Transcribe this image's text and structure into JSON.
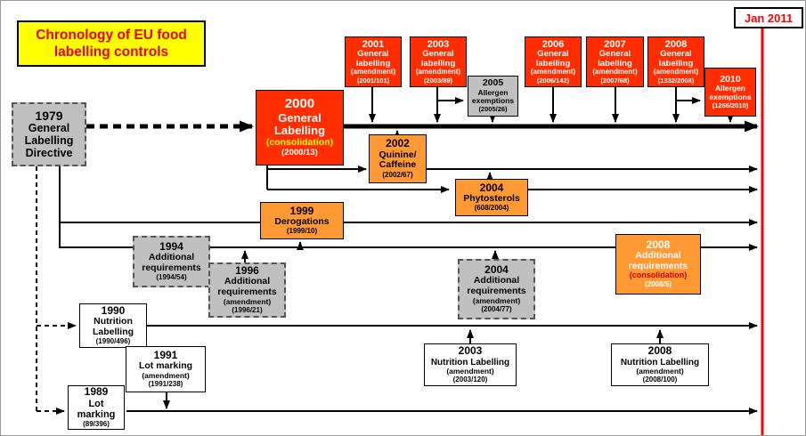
{
  "title": "Chronology of EU food labelling controls",
  "end_marker": "Jan 2011",
  "colors": {
    "red_box": "#ff2d00",
    "orange_box": "#ff9933",
    "gray_box": "#c0c0c0",
    "title_bg": "#ffff00",
    "title_text": "#e60000",
    "timeline_end": "#ff0000",
    "accent_yellow": "#ffff00",
    "accent_red": "#cc0000"
  },
  "nodes": {
    "d1979": {
      "year": "1979",
      "label": "General Labelling Directive"
    },
    "n2000": {
      "year": "2000",
      "label": "General Labelling",
      "sub": "(consolidation)",
      "ref": "(2000/13)"
    },
    "n2001": {
      "year": "2001",
      "label": "General labelling",
      "sub": "(amendment)",
      "ref": "(2001/101)"
    },
    "n2003": {
      "year": "2003",
      "label": "General labelling",
      "sub": "(amendment)",
      "ref": "(2003/89)"
    },
    "n2005": {
      "year": "2005",
      "label": "Allergen exemptions",
      "ref": "(2005/26)"
    },
    "n2006": {
      "year": "2006",
      "label": "General labelling",
      "sub": "(amendment)",
      "ref": "(2006/142)"
    },
    "n2007": {
      "year": "2007",
      "label": "General labelling",
      "sub": "(amendment)",
      "ref": "(2007/68)"
    },
    "n2008g": {
      "year": "2008",
      "label": "General labelling",
      "sub": "(amendment)",
      "ref": "(1332/2008)"
    },
    "n2010": {
      "year": "2010",
      "label": "Allergen exemptions",
      "ref": "(1266/2010)"
    },
    "n2002": {
      "year": "2002",
      "label": "Quinine/ Caffeine",
      "ref": "(2002/67)"
    },
    "n2004p": {
      "year": "2004",
      "label": "Phytosterols",
      "ref": "(608/2004)"
    },
    "n1999": {
      "year": "1999",
      "label": "Derogations",
      "ref": "(1999/10)"
    },
    "n1994": {
      "year": "1994",
      "label": "Additional requirements",
      "ref": "(1994/54)"
    },
    "n1996": {
      "year": "1996",
      "label": "Additional requirements",
      "sub": "(amendment)",
      "ref": "(1996/21)"
    },
    "n2004a": {
      "year": "2004",
      "label": "Additional requirements",
      "sub": "(amendment)",
      "ref": "(2004/77)"
    },
    "n2008a": {
      "year": "2008",
      "label": "Additional requirements",
      "sub": "(consolidation)",
      "ref": "(2008/5)"
    },
    "n1990": {
      "year": "1990",
      "label": "Nutrition Labelling",
      "ref": "(1990/496)"
    },
    "n1991": {
      "year": "1991",
      "label": "Lot marking",
      "sub": "(amendment)",
      "ref": "(1991/238)"
    },
    "n2003n": {
      "year": "2003",
      "label": "Nutrition Labelling",
      "sub": "(amendment)",
      "ref": "(2003/120)"
    },
    "n2008n": {
      "year": "2008",
      "label": "Nutrition Labelling",
      "sub": "(amendment)",
      "ref": "(2008/100)"
    },
    "n1989": {
      "year": "1989",
      "label": "Lot marking",
      "ref": "(89/396)"
    }
  }
}
